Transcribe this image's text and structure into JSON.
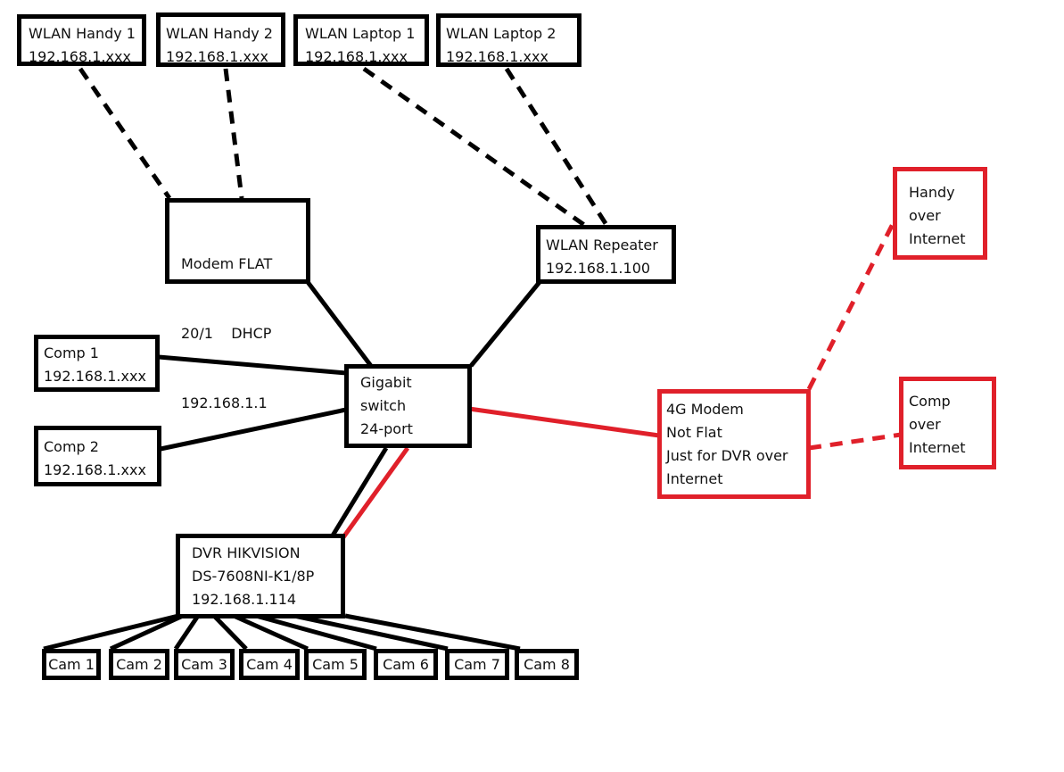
{
  "colors": {
    "wired": "#000000",
    "internet": "#e0202a"
  },
  "nodes": {
    "wlan_handy_1": {
      "lines": [
        "WLAN Handy 1",
        "192.168.1.xxx"
      ]
    },
    "wlan_handy_2": {
      "lines": [
        "WLAN Handy 2",
        "192.168.1.xxx"
      ]
    },
    "wlan_laptop_1": {
      "lines": [
        "WLAN Laptop 1",
        "192.168.1.xxx"
      ]
    },
    "wlan_laptop_2": {
      "lines": [
        "WLAN Laptop 2",
        "192.168.1.xxx"
      ]
    },
    "modem_flat": {
      "lines": [
        "Modem FLAT",
        "20/1    DHCP",
        "192.168.1.1"
      ]
    },
    "wlan_repeater": {
      "lines": [
        "WLAN Repeater",
        "192.168.1.100"
      ]
    },
    "comp_1": {
      "lines": [
        "Comp 1",
        "192.168.1.xxx"
      ]
    },
    "comp_2": {
      "lines": [
        "Comp 2",
        "192.168.1.xxx"
      ]
    },
    "switch": {
      "lines": [
        "Gigabit",
        "switch",
        "24-port"
      ]
    },
    "modem_4g": {
      "lines": [
        "4G Modem",
        "Not Flat",
        "Just for DVR over",
        "Internet"
      ]
    },
    "handy_internet": {
      "lines": [
        "Handy",
        "over",
        "Internet"
      ]
    },
    "comp_internet": {
      "lines": [
        "Comp",
        "over",
        "Internet"
      ]
    },
    "dvr": {
      "lines": [
        "DVR HIKVISION",
        "DS-7608NI-K1/8P",
        "192.168.1.114"
      ]
    }
  },
  "cameras": [
    "Cam 1",
    "Cam 2",
    "Cam 3",
    "Cam 4",
    "Cam 5",
    "Cam 6",
    "Cam 7",
    "Cam 8"
  ],
  "links": [
    {
      "from": "wlan_handy_1",
      "to": "modem_flat",
      "style": "dashed",
      "color": "wired"
    },
    {
      "from": "wlan_handy_2",
      "to": "modem_flat",
      "style": "dashed",
      "color": "wired"
    },
    {
      "from": "wlan_laptop_1",
      "to": "wlan_repeater",
      "style": "dashed",
      "color": "wired"
    },
    {
      "from": "wlan_laptop_2",
      "to": "wlan_repeater",
      "style": "dashed",
      "color": "wired"
    },
    {
      "from": "modem_flat",
      "to": "switch",
      "style": "solid",
      "color": "wired"
    },
    {
      "from": "wlan_repeater",
      "to": "switch",
      "style": "solid",
      "color": "wired"
    },
    {
      "from": "comp_1",
      "to": "switch",
      "style": "solid",
      "color": "wired"
    },
    {
      "from": "comp_2",
      "to": "switch",
      "style": "solid",
      "color": "wired"
    },
    {
      "from": "switch",
      "to": "dvr",
      "style": "solid",
      "color": "wired"
    },
    {
      "from": "switch",
      "to": "dvr",
      "style": "solid",
      "color": "internet"
    },
    {
      "from": "switch",
      "to": "modem_4g",
      "style": "solid",
      "color": "internet"
    },
    {
      "from": "modem_4g",
      "to": "handy_internet",
      "style": "dashed",
      "color": "internet"
    },
    {
      "from": "modem_4g",
      "to": "comp_internet",
      "style": "dashed",
      "color": "internet"
    },
    {
      "from": "dvr",
      "to": "cameras",
      "style": "solid",
      "color": "wired"
    }
  ]
}
